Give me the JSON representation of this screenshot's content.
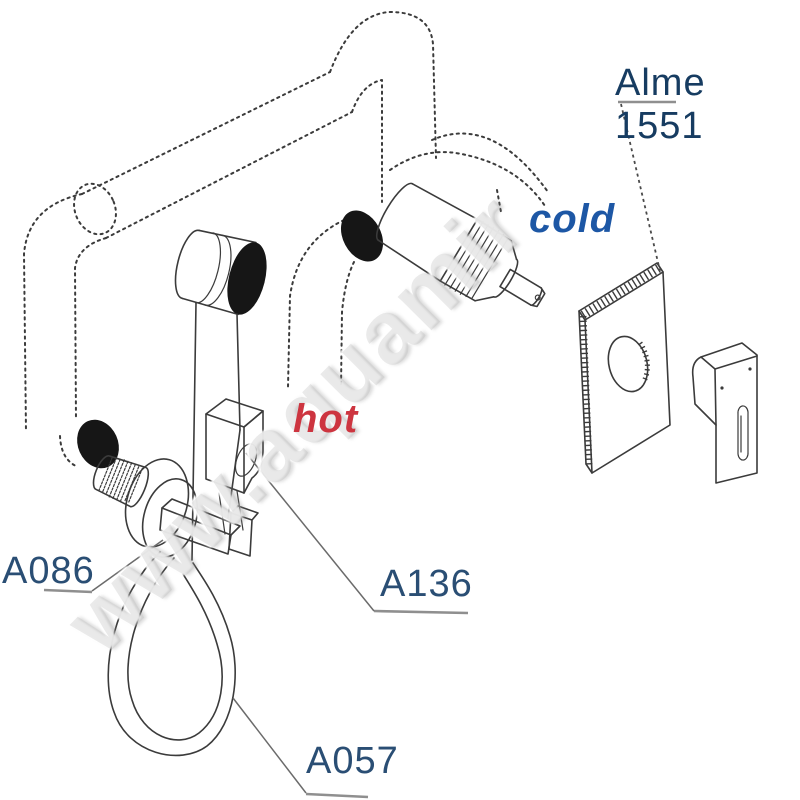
{
  "labels": {
    "alme": "Alme 1551",
    "cold": "cold",
    "hot": "hot",
    "a086": "A086",
    "a136": "A136",
    "a057": "A057"
  },
  "watermark": "www.aquamir",
  "colors": {
    "background": "#ffffff",
    "line_ink": "#3b3b3b",
    "part_label_blue": "#2a4e74",
    "alme_navy": "#173c61",
    "cold_blue": "#1d57a5",
    "hot_red": "#cd3540",
    "underline_gray": "#8f8f8f"
  },
  "parts": [
    {
      "code": "Alme 1551",
      "component": "wall-cover-plate-and-lever"
    },
    {
      "code": "A086",
      "component": "angle-valve-with-knurled-knob"
    },
    {
      "code": "A136",
      "component": "shower-holder-block"
    },
    {
      "code": "A057",
      "component": "hand-shower-hose-loop"
    },
    {
      "code": "cold",
      "component": "cold-water-supply-pipe"
    },
    {
      "code": "hot",
      "component": "hot-water-supply-pipe"
    }
  ]
}
